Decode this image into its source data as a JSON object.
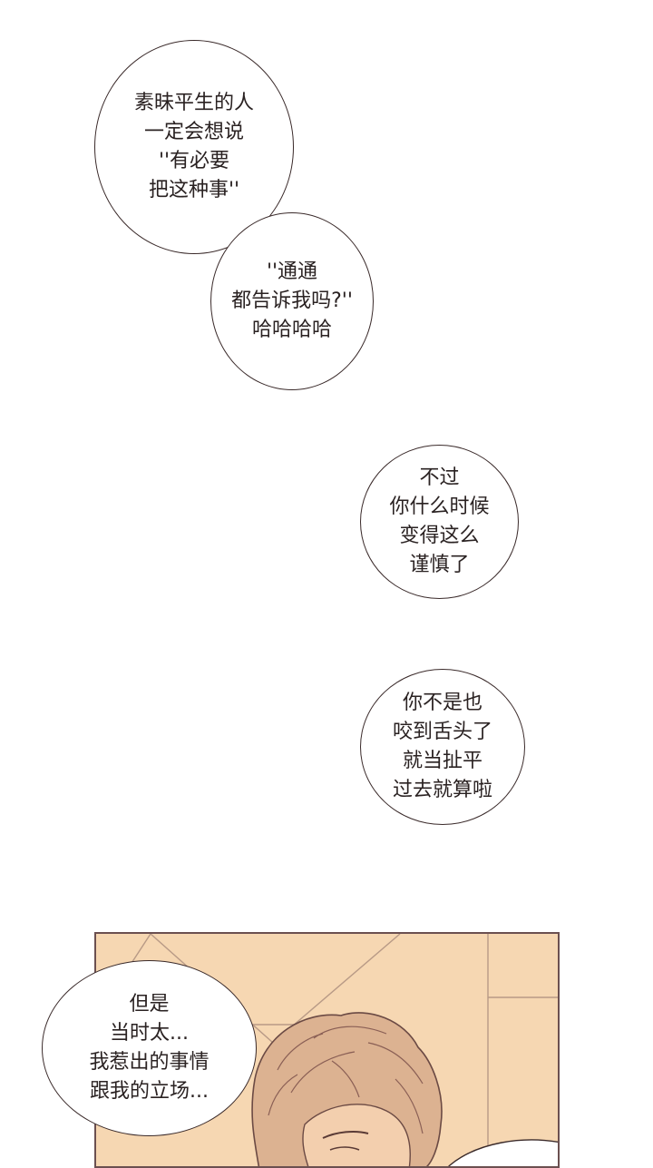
{
  "bubbles": {
    "b1": {
      "lines": [
        "素昧平生的人",
        "一定会想说",
        "''有必要",
        "把这种事''"
      ]
    },
    "b2": {
      "lines": [
        "''通通",
        "都告诉我吗?''",
        "哈哈哈哈"
      ]
    },
    "b3": {
      "lines": [
        "不过",
        "你什么时候",
        "变得这么",
        "谨慎了"
      ]
    },
    "b4": {
      "lines": [
        "你不是也",
        "咬到舌头了",
        "就当扯平",
        "过去就算啦"
      ]
    },
    "b5": {
      "lines": [
        "但是",
        "当时太...",
        "我惹出的事情",
        "跟我的立场..."
      ]
    }
  },
  "colors": {
    "panel_background": "#f6d7b2",
    "line_art": "#6b4a44",
    "hair": "#c69a78"
  }
}
